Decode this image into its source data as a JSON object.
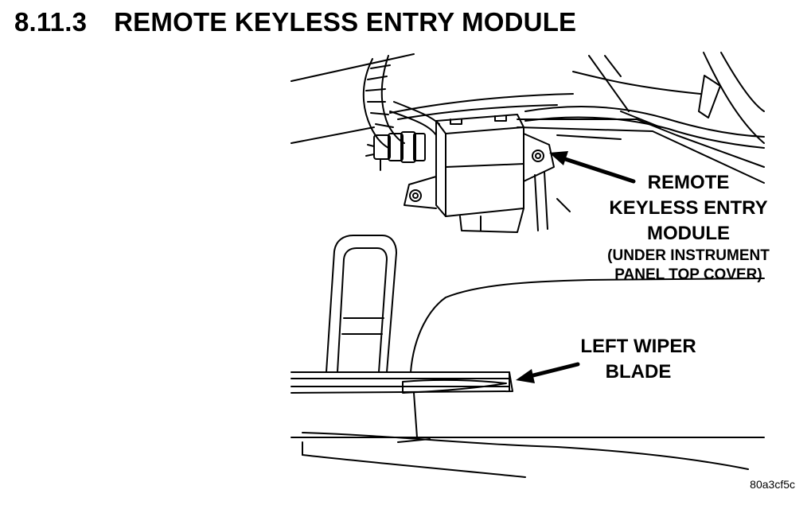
{
  "heading": {
    "number": "8.11.3",
    "title": "REMOTE KEYLESS ENTRY MODULE"
  },
  "figure": {
    "callouts": {
      "module": {
        "line1": "REMOTE",
        "line2": "KEYLESS ENTRY",
        "line3": "MODULE",
        "line4": "(UNDER INSTRUMENT",
        "line5": "PANEL TOP COVER)"
      },
      "wiper": {
        "line1": "LEFT WIPER",
        "line2": "BLADE"
      }
    },
    "figure_id": "80a3cf5c"
  }
}
